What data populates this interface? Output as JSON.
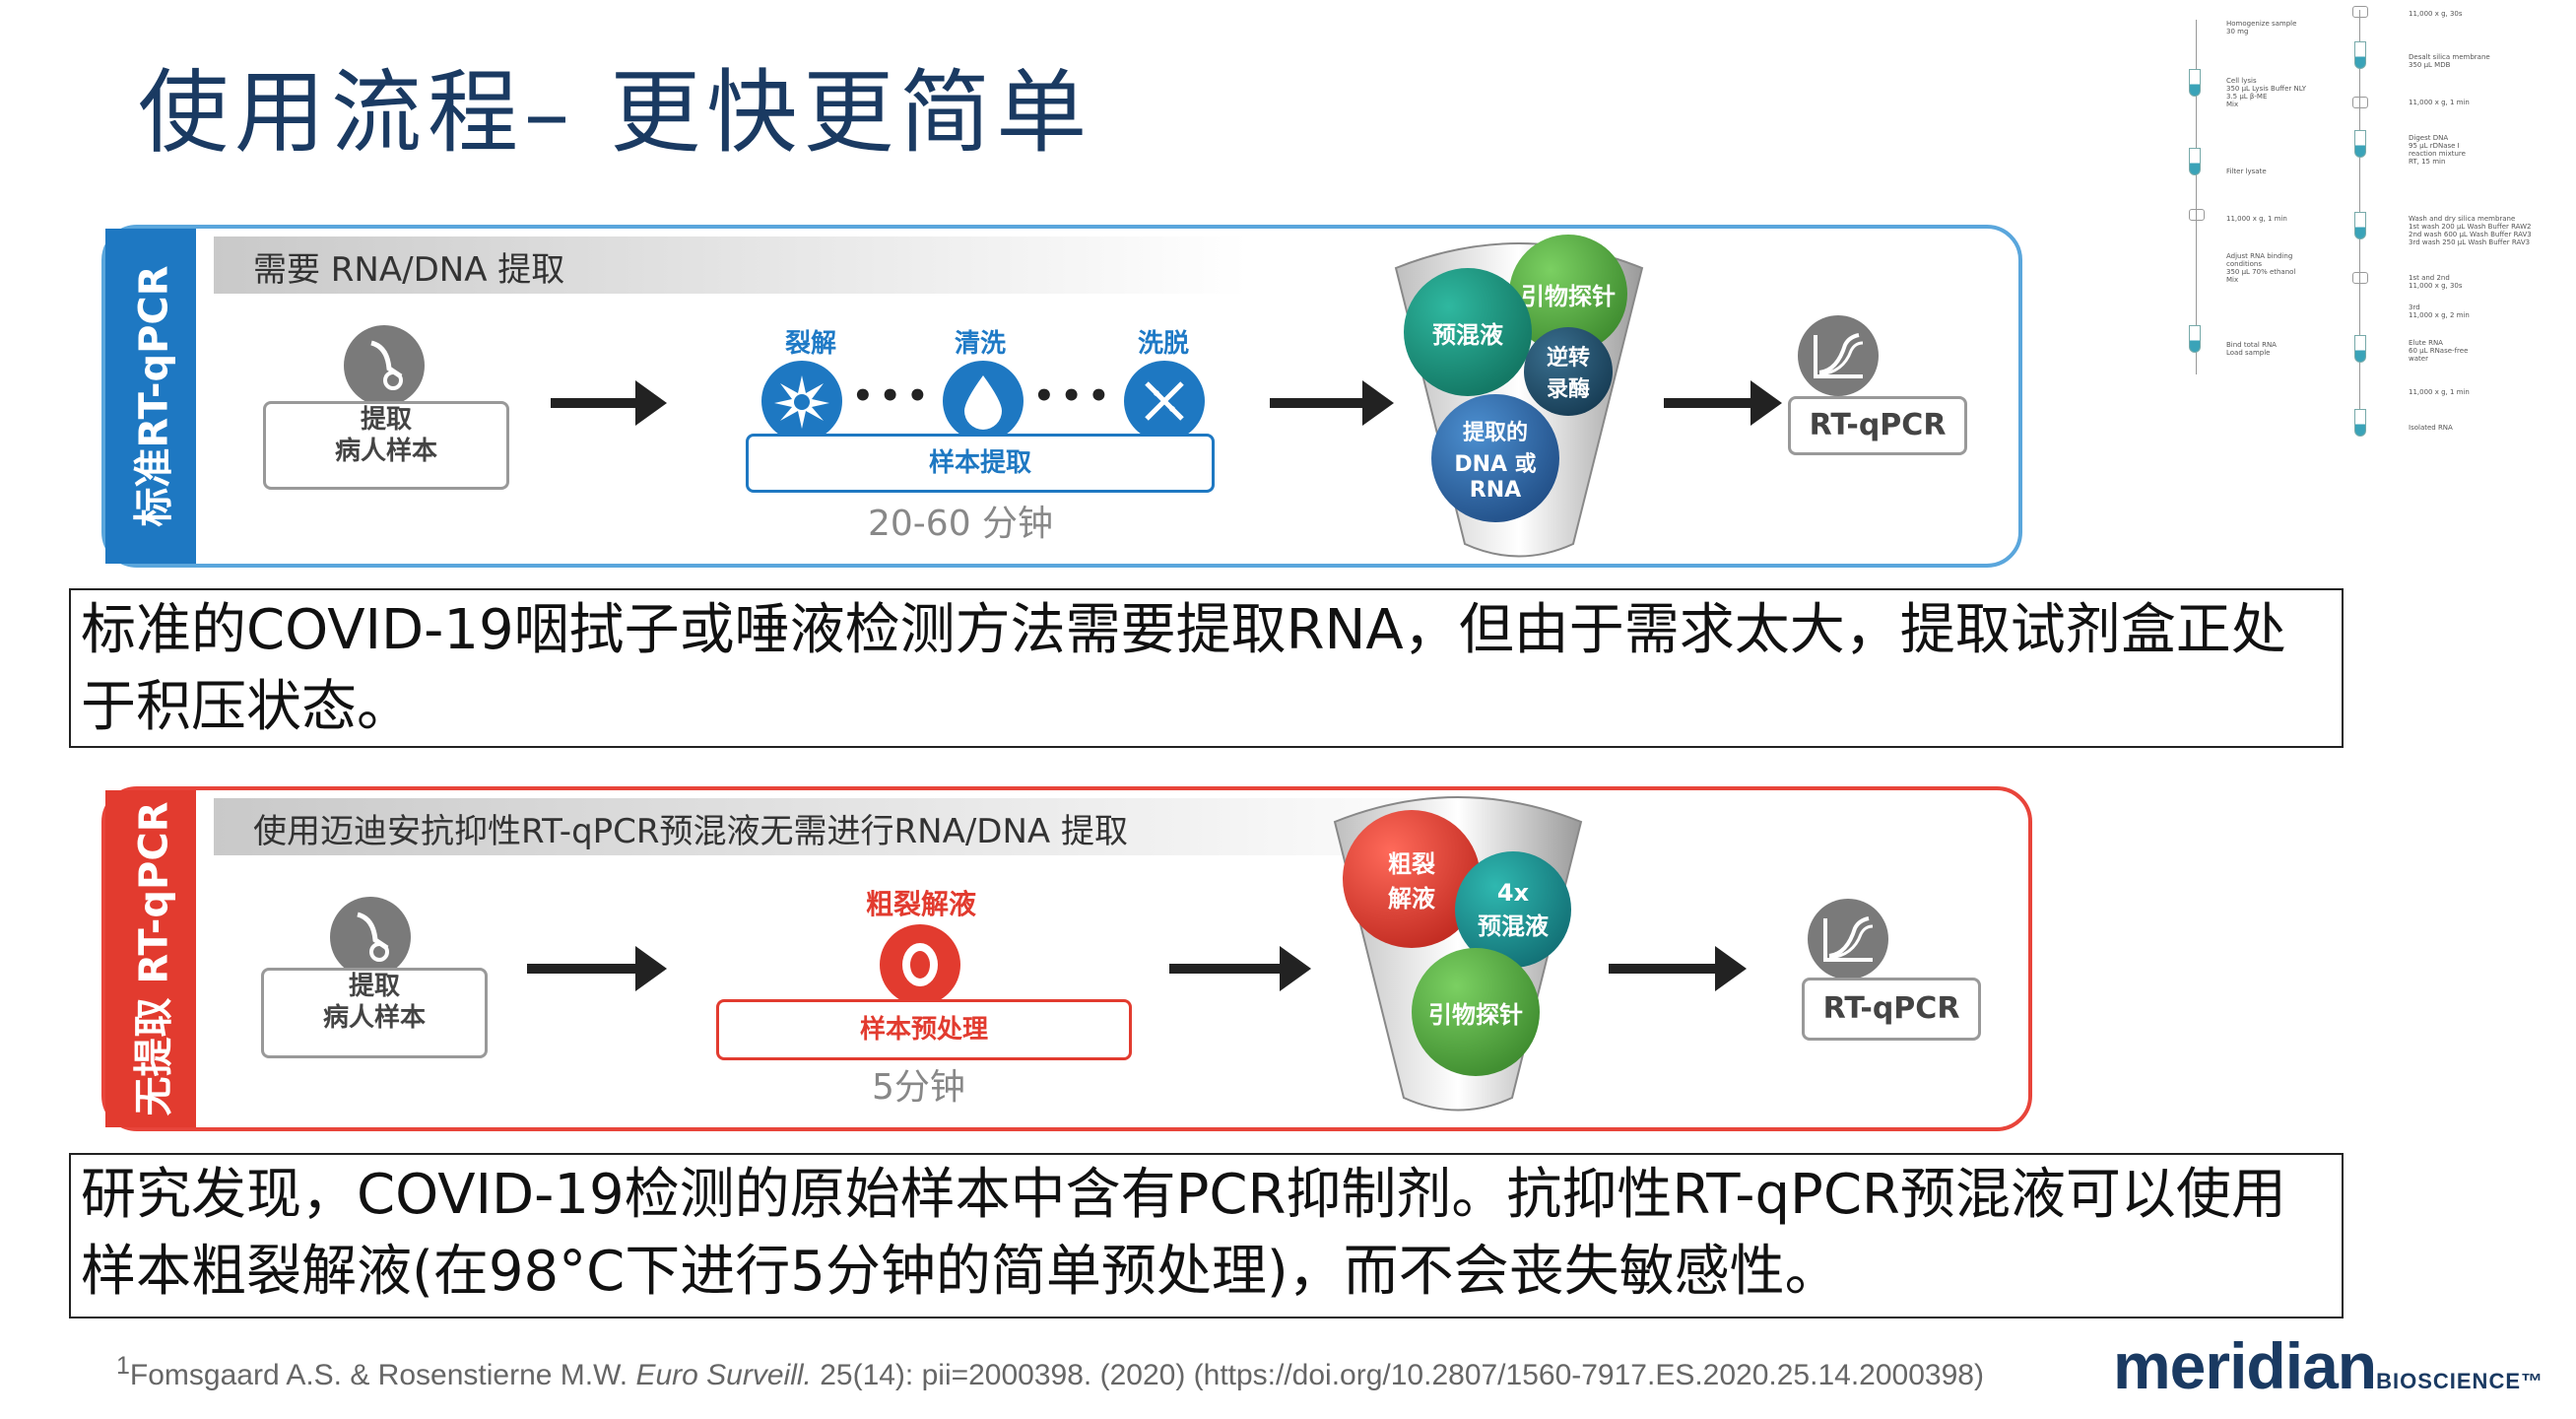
{
  "title": "使用流程– 更快更简单",
  "protocol": {
    "steps": [
      {
        "text": "Homogenize sample\n30 mg"
      },
      {
        "text": "Cell lysis\n350 µL Lysis Buffer NLY\n3.5 µL β-ME\nMix"
      },
      {
        "text": "Filter lysate"
      },
      {
        "text": "11,000 x g, 1 min"
      },
      {
        "text": "Adjust RNA binding\nconditions\n350 µL 70% ethanol\nMix"
      },
      {
        "text": "Bind total RNA\nLoad sample"
      }
    ],
    "steps_right": [
      {
        "text": "11,000 x g, 30s"
      },
      {
        "text": "Desalt silica membrane\n350 µL MDB"
      },
      {
        "text": "11,000 x g, 1 min"
      },
      {
        "text": "Digest DNA\n95 µL rDNase I\nreaction mixture\nRT, 15 min"
      },
      {
        "text": "Wash and dry silica membrane\n1st wash 200 µL Wash Buffer RAW2\n2nd wash 600 µL Wash Buffer RAV3\n3rd wash 250 µL Wash Buffer RAV3"
      },
      {
        "text": "1st and 2nd\n11,000 x g, 30s"
      },
      {
        "text": "3rd\n11,000 x g, 2 min"
      },
      {
        "text": "Elute RNA\n60 µL RNase-free\nwater"
      },
      {
        "text": "11,000 x g, 1 min"
      },
      {
        "text": "Isolated RNA"
      }
    ]
  },
  "panel_standard": {
    "side_label": "标准RT-qPCR",
    "header": "需要 RNA/DNA 提取",
    "sample_label": "提取\n病人样本",
    "steps": [
      "裂解",
      "清洗",
      "洗脱"
    ],
    "extraction_label": "样本提取",
    "time": "20-60 分钟",
    "balls": [
      "引物探针",
      "预混液",
      "逆转\n录酶",
      "提取的\nDNA 或\nRNA"
    ],
    "result": "RT-qPCR"
  },
  "panel_direct": {
    "side_label": "无提取 RT-qPCR",
    "header": "使用迈迪安抗抑性RT-qPCR预混液无需进行RNA/DNA 提取",
    "sample_label": "提取\n病人样本",
    "buffer_label": "粗裂解液",
    "pretreat_label": "样本预处理",
    "time": "5分钟",
    "balls": [
      "粗裂\n解液",
      "4x\n预混液",
      "引物探针"
    ],
    "result": "RT-qPCR"
  },
  "text1": "标准的COVID-19咽拭子或唾液检测方法需要提取RNA，但由于需求太大，提取试剂盒正处于积压状态。",
  "text2": "研究发现，COVID-19检测的原始样本中含有PCR抑制剂。抗抑性RT-qPCR预混液可以使用样本粗裂解液(在98°C下进行5分钟的简单预处理)，而不会丧失敏感性。",
  "footnote": {
    "sup": "1",
    "authors": "Fomsgaard A.S. & Rosenstierne M.W.",
    "journal": "Euro Surveill.",
    "rest": "25(14): pii=2000398. (2020) (https://doi.org/10.2807/1560-7917.ES.2020.25.14.2000398)"
  },
  "logo": {
    "main": "meridian",
    "sub": "BIOSCIENCE",
    "tm": "™"
  },
  "colors": {
    "title": "#1a3a62",
    "blue": "#1e78c2",
    "red": "#e23b2f"
  }
}
